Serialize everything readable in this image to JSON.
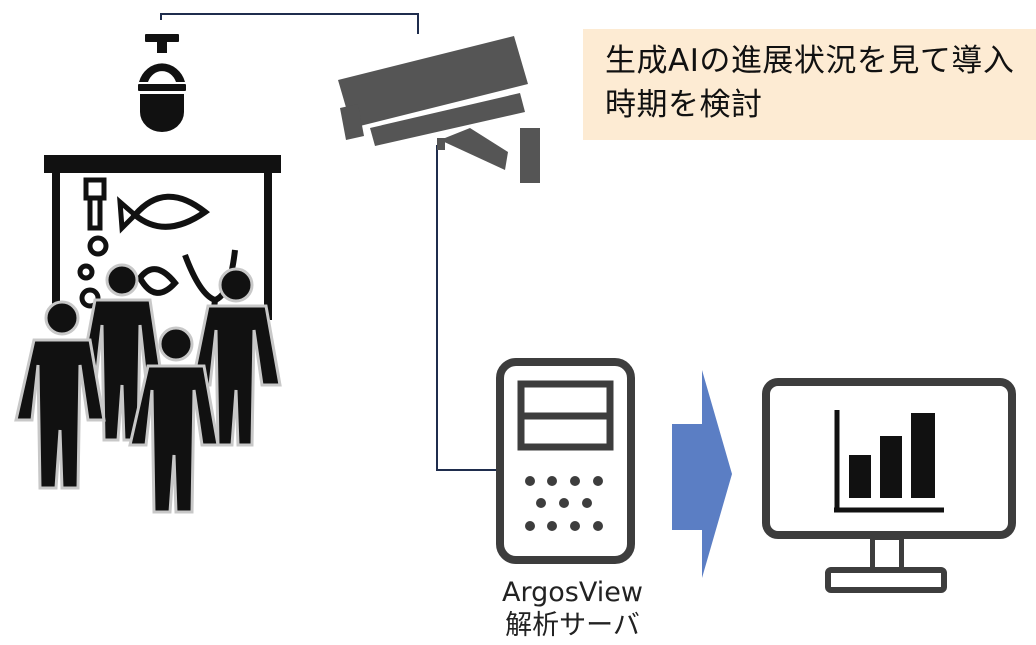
{
  "note": {
    "text": "生成AIの進展状況を見て導入時期を検討"
  },
  "server": {
    "name": "ArgosView",
    "role": "解析サーバ"
  },
  "colors": {
    "note_bg": "#fdebd3",
    "arrow": "#5b7ec4",
    "line": "#1f2d4d",
    "icon": "#111111",
    "outline": "#3d3d3d"
  },
  "icons": [
    "ceiling-camera-icon",
    "security-camera-icon",
    "aquarium-icon",
    "people-icon",
    "server-device-icon",
    "arrow-right-icon",
    "monitor-chart-icon"
  ]
}
